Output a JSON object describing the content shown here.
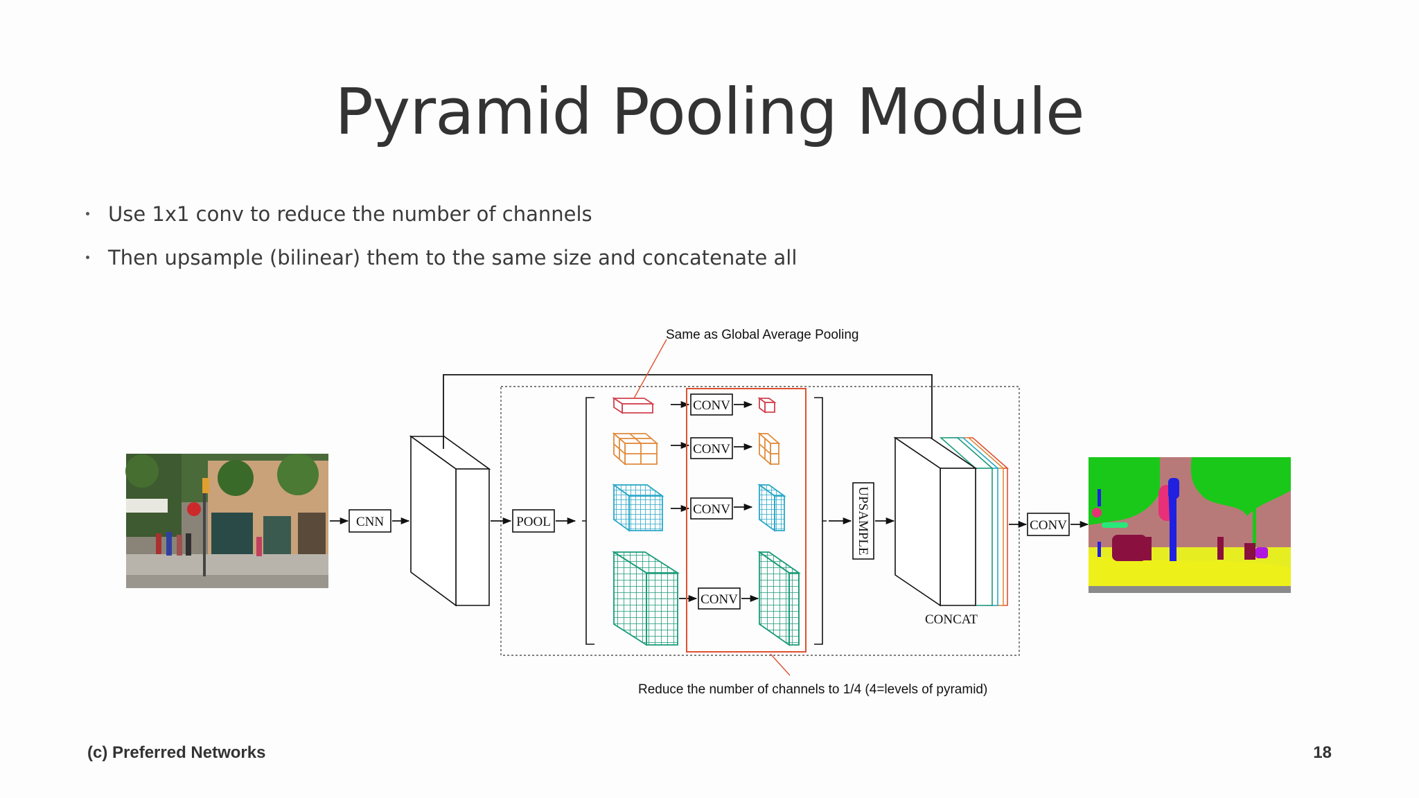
{
  "slide": {
    "title": "Pyramid Pooling Module",
    "bullets": [
      "Use 1x1 conv to reduce the number of channels",
      "Then upsample (bilinear) them to the same size and concatenate all"
    ],
    "footer": "(c) Preferred Networks",
    "page_number": "18"
  },
  "diagram": {
    "annotations": {
      "top": "Same as Global Average Pooling",
      "bottom": "Reduce the number of channels to 1/4 (4=levels of pyramid)"
    },
    "labels": {
      "cnn": "CNN",
      "pool": "POOL",
      "conv": "CONV",
      "upsample": "UPSAMPLE",
      "concat": "CONCAT",
      "final_conv": "CONV"
    },
    "colors": {
      "level1": "#d0404e",
      "level2": "#e08a3a",
      "level3": "#2aa8c8",
      "level4": "#1a9a78",
      "highlight": "#e05030",
      "ink": "#111111"
    }
  }
}
